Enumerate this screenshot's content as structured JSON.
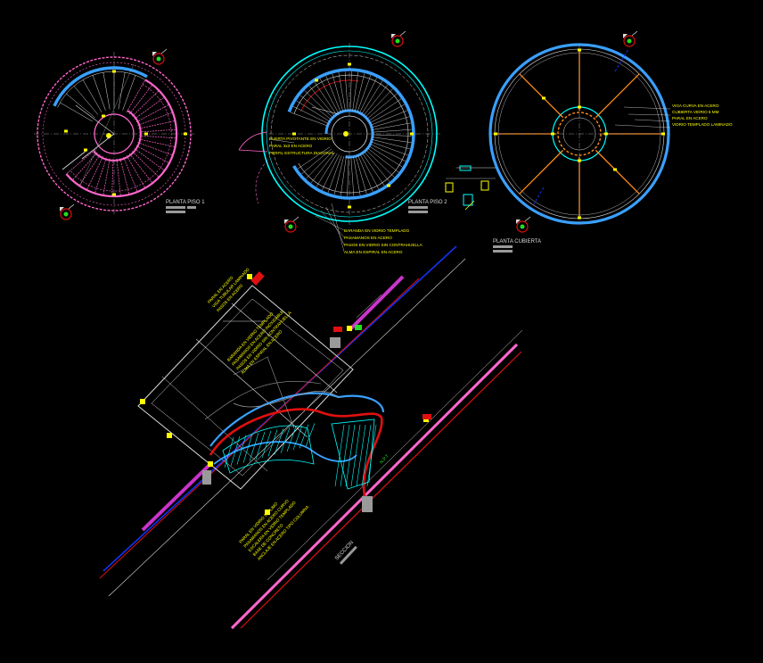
{
  "colors": {
    "background": "#000000",
    "pink": "#ff66cc",
    "blue": "#3aa0ff",
    "cyan": "#00ffff",
    "yellow": "#ffff00",
    "white": "#dcdcdc",
    "gray": "#9a9a9a",
    "orange": "#ff8c1a",
    "red": "#e01010",
    "green": "#22dd22",
    "magenta": "#cc33cc",
    "navy": "#1133ee"
  },
  "icons": [
    "north-arrow-icon",
    "section-marker-icon"
  ],
  "plans": {
    "floor1": {
      "title": "PLANTA PISO 1"
    },
    "floor2": {
      "title": "PLANTA PISO 2",
      "notes_left": [
        "PUERTA PIVOTANTE EN VIDRIO",
        "PARAL 3x3 EN ACERO",
        "PERFIL ESTRUCTURA DIAGONAL"
      ],
      "notes_bottom": [
        "BARANDA EN VIDRIO TEMPLADO",
        "PASAMANOS EN ACERO",
        "PASOS EN VIDRIO SIN CONTRAHUELLA",
        "ALMA EN ESPIRAL EN ACERO"
      ]
    },
    "roof": {
      "title": "PLANTA CUBIERTA",
      "notes": [
        "VIGA CURVA EN ACERO",
        "CUBIERTA VIDRIO 6 MM",
        "PARAL EN ACERO",
        "VIDRIO TEMPLADO LAMINADO"
      ]
    }
  },
  "section": {
    "title": "SECCION",
    "notes_top": [
      "PARAL EN ACERO",
      "VIGA TUBULAR LAMINADO",
      "PASOS EN ACERO"
    ],
    "notes_mid": [
      "BARANDA EN VIDRIO TEMPLADO",
      "PASAMANOS EN ACERO INOXIDABLE",
      "PASOS EN VIDRIO SIN CONTRAHUELLA",
      "ALMA EN ESPIRAL EN ACERO"
    ],
    "notes_bottom": [
      "PARAL EN VIDRIO SIN LIMO",
      "PASAMANOS EN ACERO CURVO",
      "ESCALERA EN VIDRIO TEMPLADO",
      "BASE DE CONCRETO",
      "ANCLAJE EN ACERO TIPO COLUMNA"
    ],
    "grade_label": "N.P.T"
  }
}
